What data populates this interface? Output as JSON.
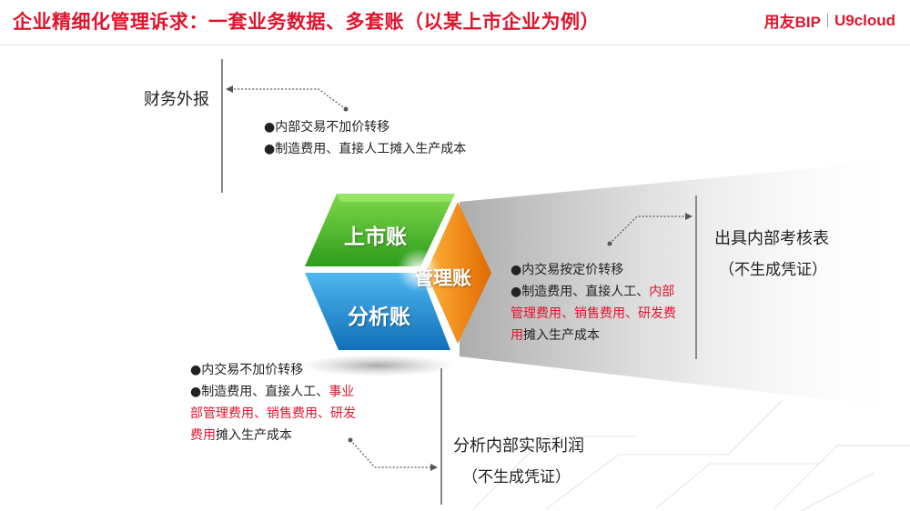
{
  "title": "企业精细化管理诉求：一套业务数据、多套账（以某上市企业为例）",
  "logo": {
    "brand": "用友BIP",
    "product": "U9cloud"
  },
  "cube": {
    "top": "上市账",
    "front": "分析账",
    "right": "管理账"
  },
  "financial_report": {
    "label": "财务外报",
    "bullet1": "●内部交易不加价转移",
    "bullet2": "●制造费用、直接人工摊入生产成本"
  },
  "management_ledger": {
    "label": "出具内部考核表",
    "sub": "（不生成凭证）",
    "bullet1": "●内交易按定价转移",
    "bullet2_pre": "●制造费用、直接人工、",
    "bullet2_red1": "内部",
    "bullet2_red2": "管理费用、销售费用、研发费",
    "bullet2_red3": "用",
    "bullet2_post": "摊入生产成本"
  },
  "analysis_ledger": {
    "label": "分析内部实际利润",
    "sub": "（不生成凭证）",
    "bullet1": "●内交易不加价转移",
    "bullet2_pre": "●制造费用、直接人工、",
    "bullet2_red1": "事业",
    "bullet2_red2": "部管理费用、销售费用、研发",
    "bullet2_red3": "费用",
    "bullet2_post": "摊入生产成本"
  },
  "colors": {
    "accent": "#e0142c",
    "green": "#43b82a",
    "blue": "#1d8fd8",
    "orange": "#f08a10"
  }
}
